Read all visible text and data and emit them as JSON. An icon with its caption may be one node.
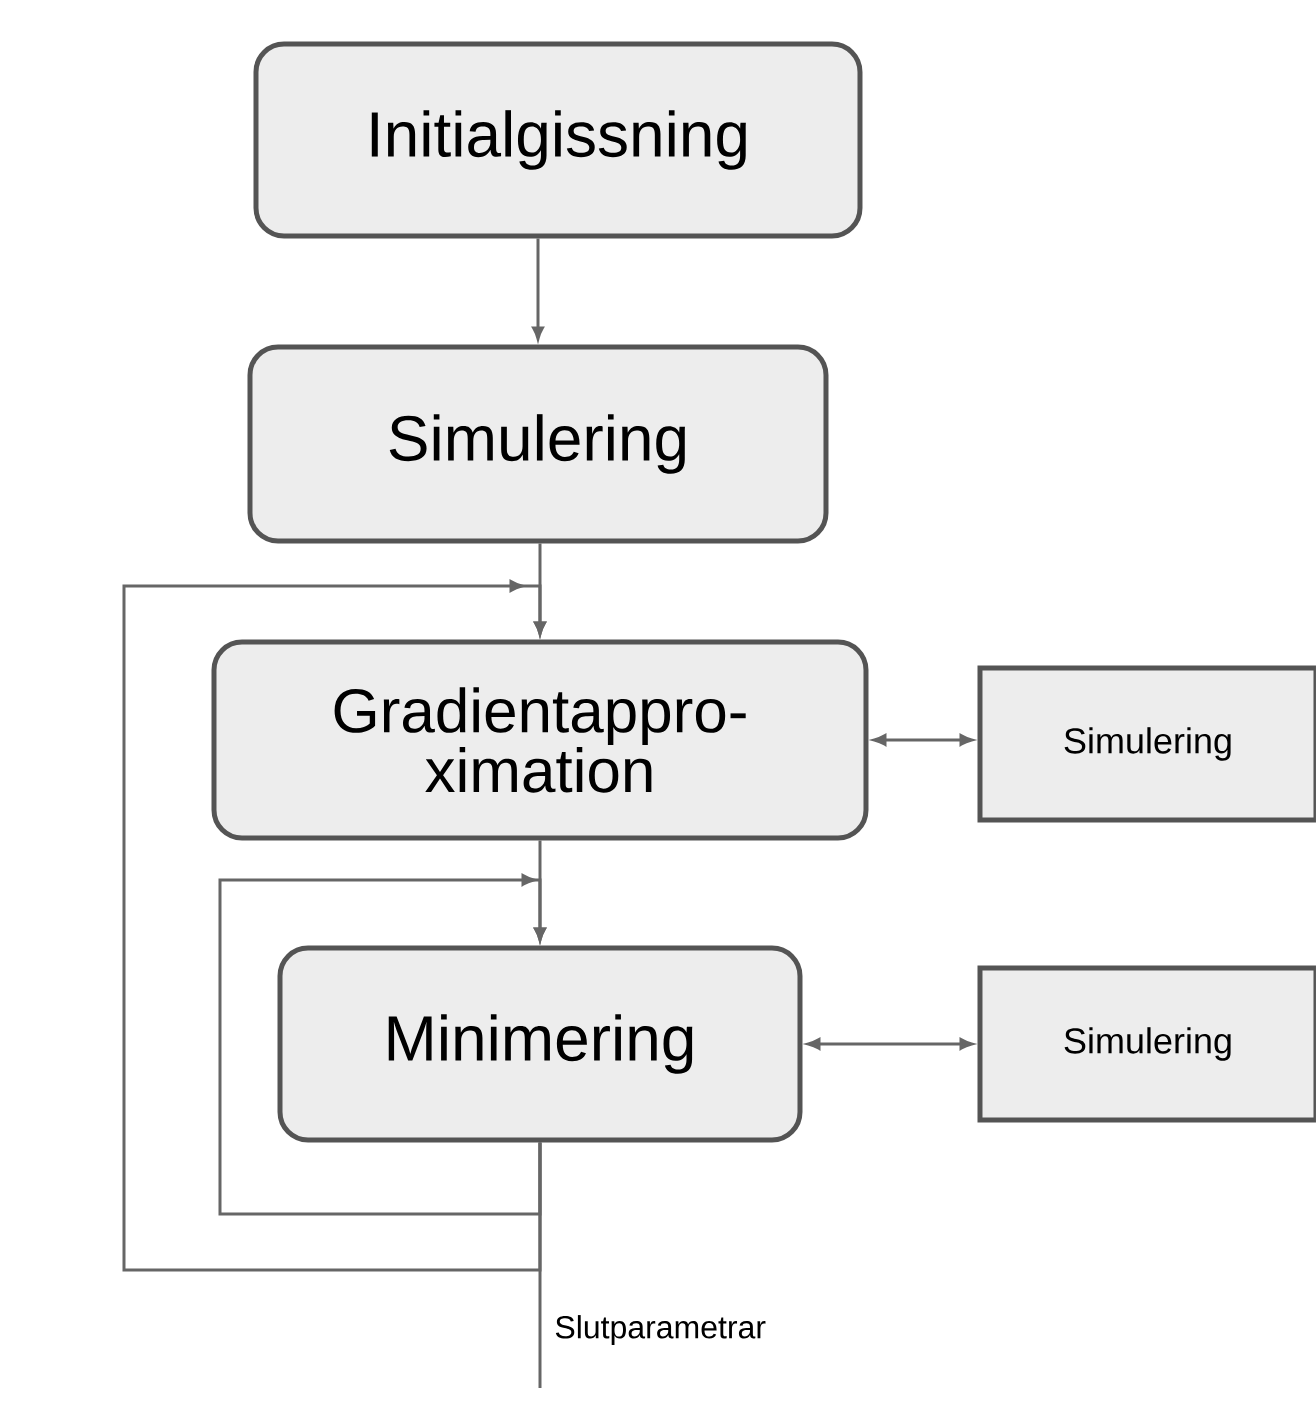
{
  "diagram": {
    "nodes": [
      {
        "text": [
          "Initialgissning"
        ]
      },
      {
        "text": [
          "Simulering"
        ]
      },
      {
        "text": [
          "Gradientappro- ximation"
        ]
      },
      {
        "text": [
          "Simulering"
        ]
      },
      {
        "text": [
          "Minimering"
        ]
      },
      {
        "text": [
          "Simulering"
        ]
      }
    ],
    "edges": [
      {
        "from": 0,
        "to": 1,
        "arrow": "to"
      },
      {
        "from": 1,
        "to": 2,
        "arrow": "to"
      },
      {
        "from": 2,
        "to": 3,
        "arrow": "both"
      },
      {
        "from": 2,
        "to": 4,
        "arrow": "to"
      },
      {
        "from": 4,
        "to": 5,
        "arrow": "both"
      },
      {
        "from": 4,
        "to": 4,
        "arrow": "to"
      },
      {
        "from": 4,
        "to": 2,
        "arrow": "to"
      },
      {
        "from": 4,
        "to": null,
        "arrow": "none",
        "label": "Slutparametrar"
      }
    ]
  }
}
